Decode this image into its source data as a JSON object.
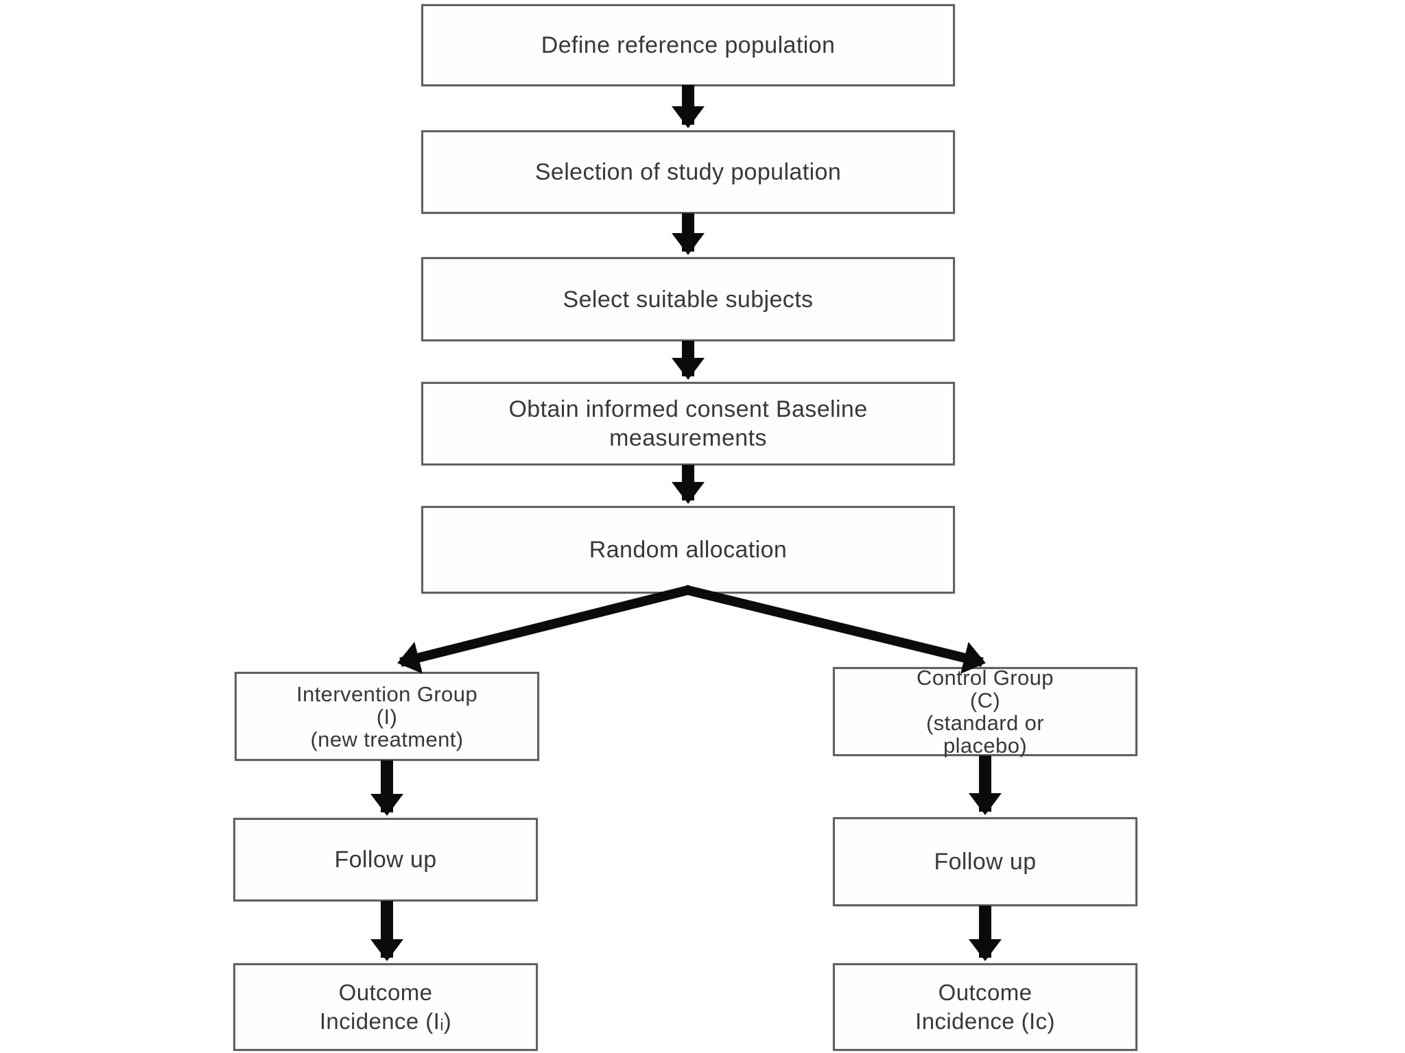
{
  "diagram": {
    "background_color": "#ffffff",
    "box_border_color": "#606060",
    "text_color": "#383838",
    "arrow_color": "#0b0b0b",
    "nodes": {
      "define_reference": {
        "label": "Define reference population"
      },
      "selection_study": {
        "label": "Selection of study population"
      },
      "select_subjects": {
        "label": "Select suitable subjects"
      },
      "informed_consent": {
        "lines": [
          "Obtain informed consent Baseline",
          "measurements"
        ]
      },
      "random_allocation": {
        "label": "Random allocation"
      },
      "intervention_group": {
        "lines": [
          "Intervention Group",
          "(I)",
          "(new treatment)"
        ]
      },
      "control_group": {
        "lines": [
          "Control Group",
          "(C)",
          "(standard or",
          "placebo)"
        ]
      },
      "follow_up_intervention": {
        "label": "Follow up"
      },
      "follow_up_control": {
        "label": "Follow up"
      },
      "outcome_intervention": {
        "lines": [
          "Outcome",
          "Incidence (Iᵢ)"
        ]
      },
      "outcome_control": {
        "lines": [
          "Outcome",
          "Incidence (Ic)"
        ]
      }
    }
  }
}
